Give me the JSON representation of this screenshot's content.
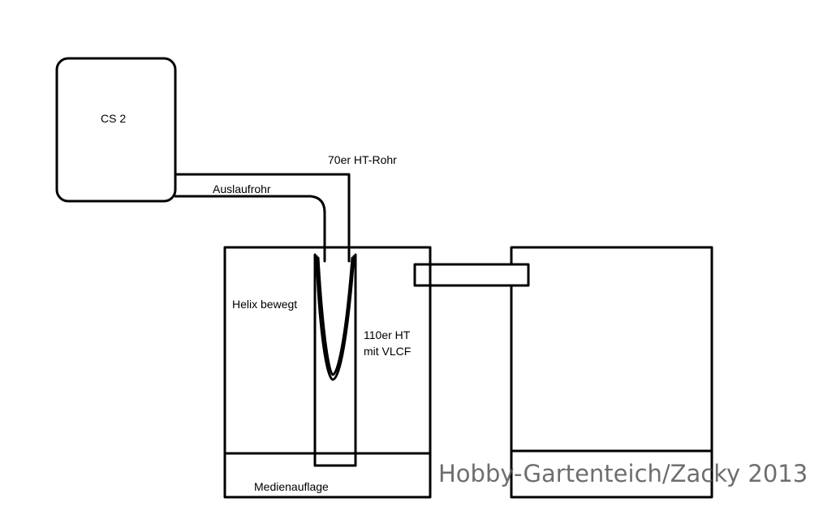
{
  "labels": {
    "cs2": "CS 2",
    "pipe_70": "70er HT-Rohr",
    "outlet_pipe": "Auslaufrohr",
    "helix_moving": "Helix bewegt",
    "ht110_line1": "110er HT",
    "ht110_line2": "mit VLCF",
    "media_support": "Medienauflage"
  },
  "watermark": "Hobby-Gartenteich/Zacky 2013",
  "colors": {
    "line": "#000000",
    "background": "#ffffff",
    "watermark": "#555555"
  }
}
